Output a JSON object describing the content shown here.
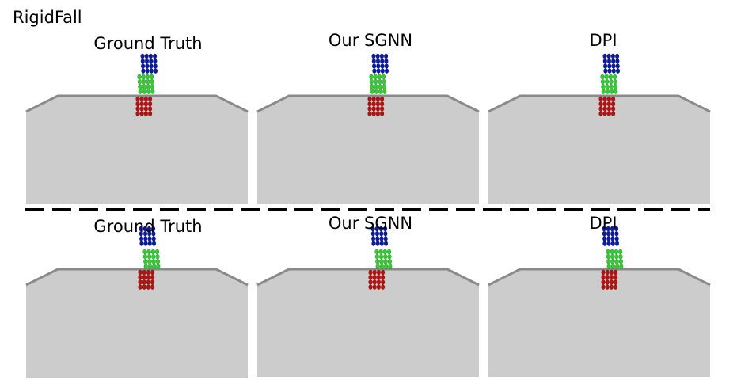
{
  "figure": {
    "title": "RigidFall"
  },
  "rows": [
    {
      "panels": [
        {
          "label": "Ground Truth"
        },
        {
          "label": "Our SGNN"
        },
        {
          "label": "DPI"
        }
      ]
    },
    {
      "panels": [
        {
          "label": "Ground Truth"
        },
        {
          "label": "Our SGNN"
        },
        {
          "label": "DPI"
        }
      ]
    }
  ],
  "colors": {
    "background": "#ffffff",
    "table_fill": "#cccccc",
    "table_edge": "#8a8a8a",
    "block_top": "#0a1aa6",
    "block_middle": "#2fcf2f",
    "block_bottom": "#b80f0f",
    "separator": "#000000"
  }
}
